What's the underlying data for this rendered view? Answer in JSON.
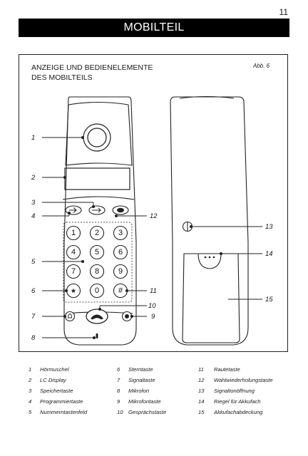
{
  "page_number": "11",
  "header_title": "MOBILTEIL",
  "section_title_line1": "ANZEIGE UND BEDIENELEMENTE",
  "section_title_line2": "DES MOBILTEILS",
  "figure_label": "Abb. 6",
  "keypad": [
    "1",
    "2",
    "3",
    "4",
    "5",
    "6",
    "7",
    "8",
    "9",
    "*",
    "0",
    "#"
  ],
  "callouts": {
    "c1": "1",
    "c2": "2",
    "c3": "3",
    "c4": "4",
    "c5": "5",
    "c6": "6",
    "c7": "7",
    "c8": "8",
    "c9": "9",
    "c10": "10",
    "c11": "11",
    "c12": "12",
    "c13": "13",
    "c14": "14",
    "c15": "15"
  },
  "legend": [
    {
      "num": "1",
      "text": "Hörmuschel"
    },
    {
      "num": "2",
      "text": "LC Display"
    },
    {
      "num": "3",
      "text": "Speichertaste"
    },
    {
      "num": "4",
      "text": "Programmiertaste"
    },
    {
      "num": "5",
      "text": "Nummerntastenfeld"
    },
    {
      "num": "6",
      "text": "Sterntaste"
    },
    {
      "num": "7",
      "text": "Signaltaste"
    },
    {
      "num": "8",
      "text": "Mikrofon"
    },
    {
      "num": "9",
      "text": "Mikrofontaste"
    },
    {
      "num": "10",
      "text": "Gesprächstaste"
    },
    {
      "num": "11",
      "text": "Rautetaste"
    },
    {
      "num": "12",
      "text": "Wahlwiederholungstaste"
    },
    {
      "num": "13",
      "text": "Signaltonöffnung"
    },
    {
      "num": "14",
      "text": "Riegel für Akkufach"
    },
    {
      "num": "15",
      "text": "Akkufachabdeckung"
    }
  ]
}
